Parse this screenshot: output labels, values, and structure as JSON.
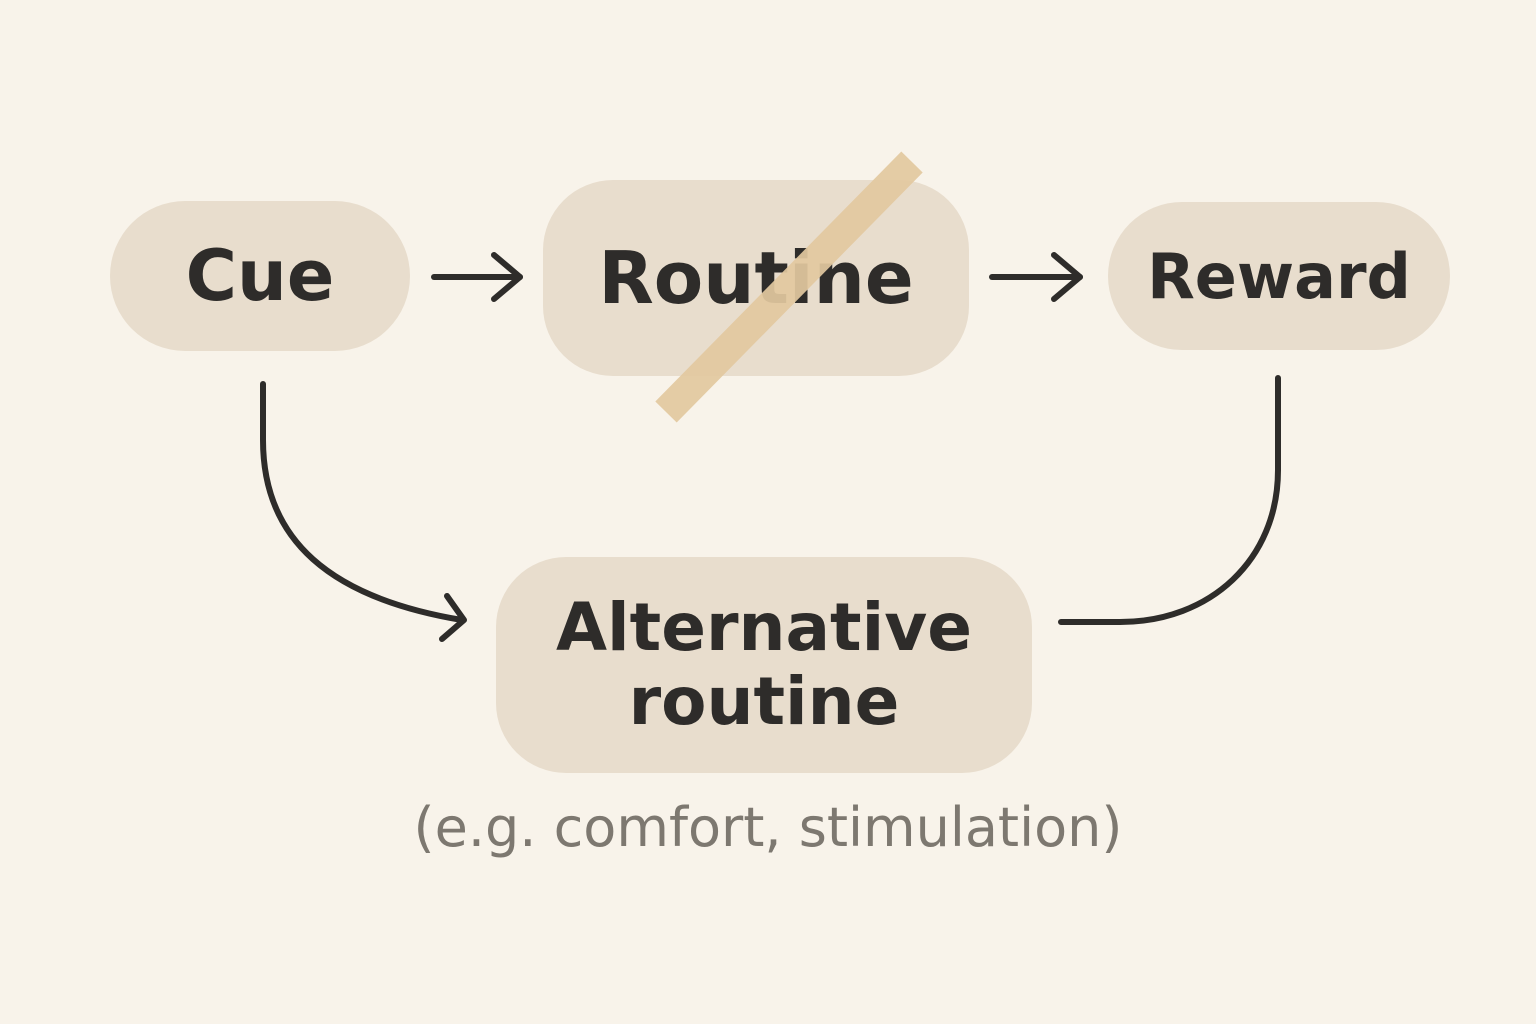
{
  "nodes": {
    "cue": "Cue",
    "routine": "Routine",
    "reward": "Reward",
    "alternative_line1": "Alternative",
    "alternative_line2": "routine"
  },
  "note": "(e.g. comfort, stimulation)",
  "colors": {
    "background": "#f8f3ea",
    "node_fill": "#e8ddcd",
    "text": "#2e2c2a",
    "strike": "#e3c9a0",
    "note_text": "#7d7870"
  }
}
